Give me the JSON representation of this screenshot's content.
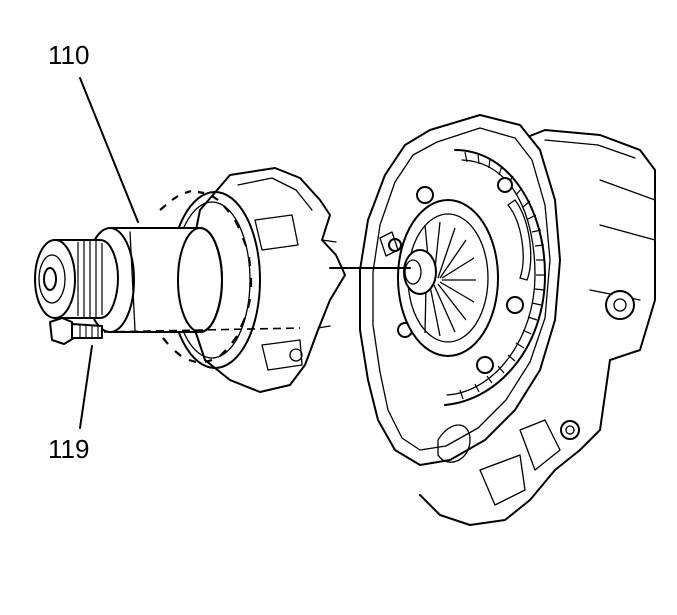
{
  "callouts": [
    {
      "id": "110",
      "text": "110"
    },
    {
      "id": "119",
      "text": "119"
    }
  ],
  "colors": {
    "ink": "#000000",
    "background": "#ffffff"
  }
}
